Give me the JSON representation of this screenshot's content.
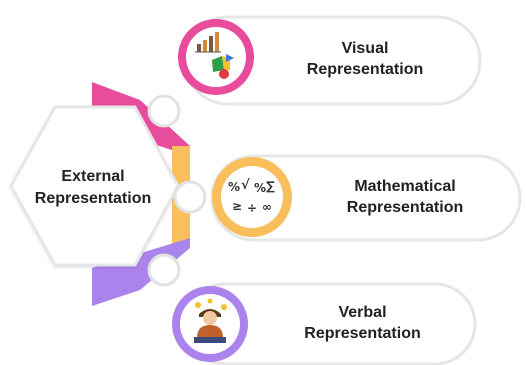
{
  "hub": {
    "line1": "External",
    "line2": "Representation"
  },
  "items": [
    {
      "line1": "Visual",
      "line2": "Representation",
      "accent": "#e84c9c",
      "icon": "bar-chart-and-shapes"
    },
    {
      "line1": "Mathematical",
      "line2": "Representation",
      "accent": "#f9bf5c",
      "icon": "math-symbols"
    },
    {
      "line1": "Verbal",
      "line2": "Representation",
      "accent": "#ab83ec",
      "icon": "person-speaking"
    }
  ],
  "colors": {
    "pill_border": "#e6e6e6",
    "connector": "#e2e2e2",
    "hub_fill": "#ffffff",
    "hub_border": "#e6e6e6"
  }
}
